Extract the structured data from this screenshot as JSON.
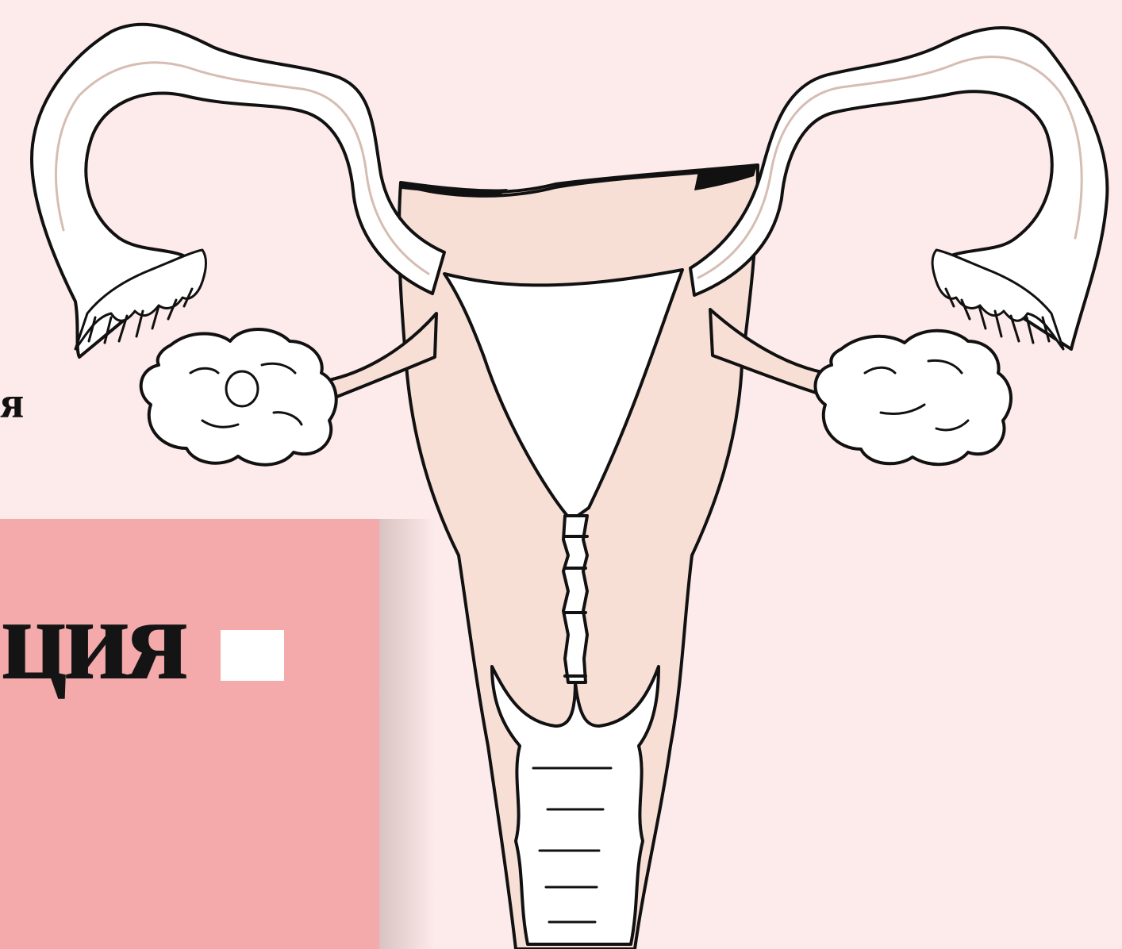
{
  "slide": {
    "subtitle_fragment": "я",
    "title_fragment": "ция"
  },
  "illustration": {
    "name": "uterus-anatomy-illustration"
  },
  "colors": {
    "background": "#fdeaea",
    "panel": "#f4aaab",
    "tissue": "#f7dfd6",
    "outline": "#111111",
    "cavity": "#ffffff"
  }
}
